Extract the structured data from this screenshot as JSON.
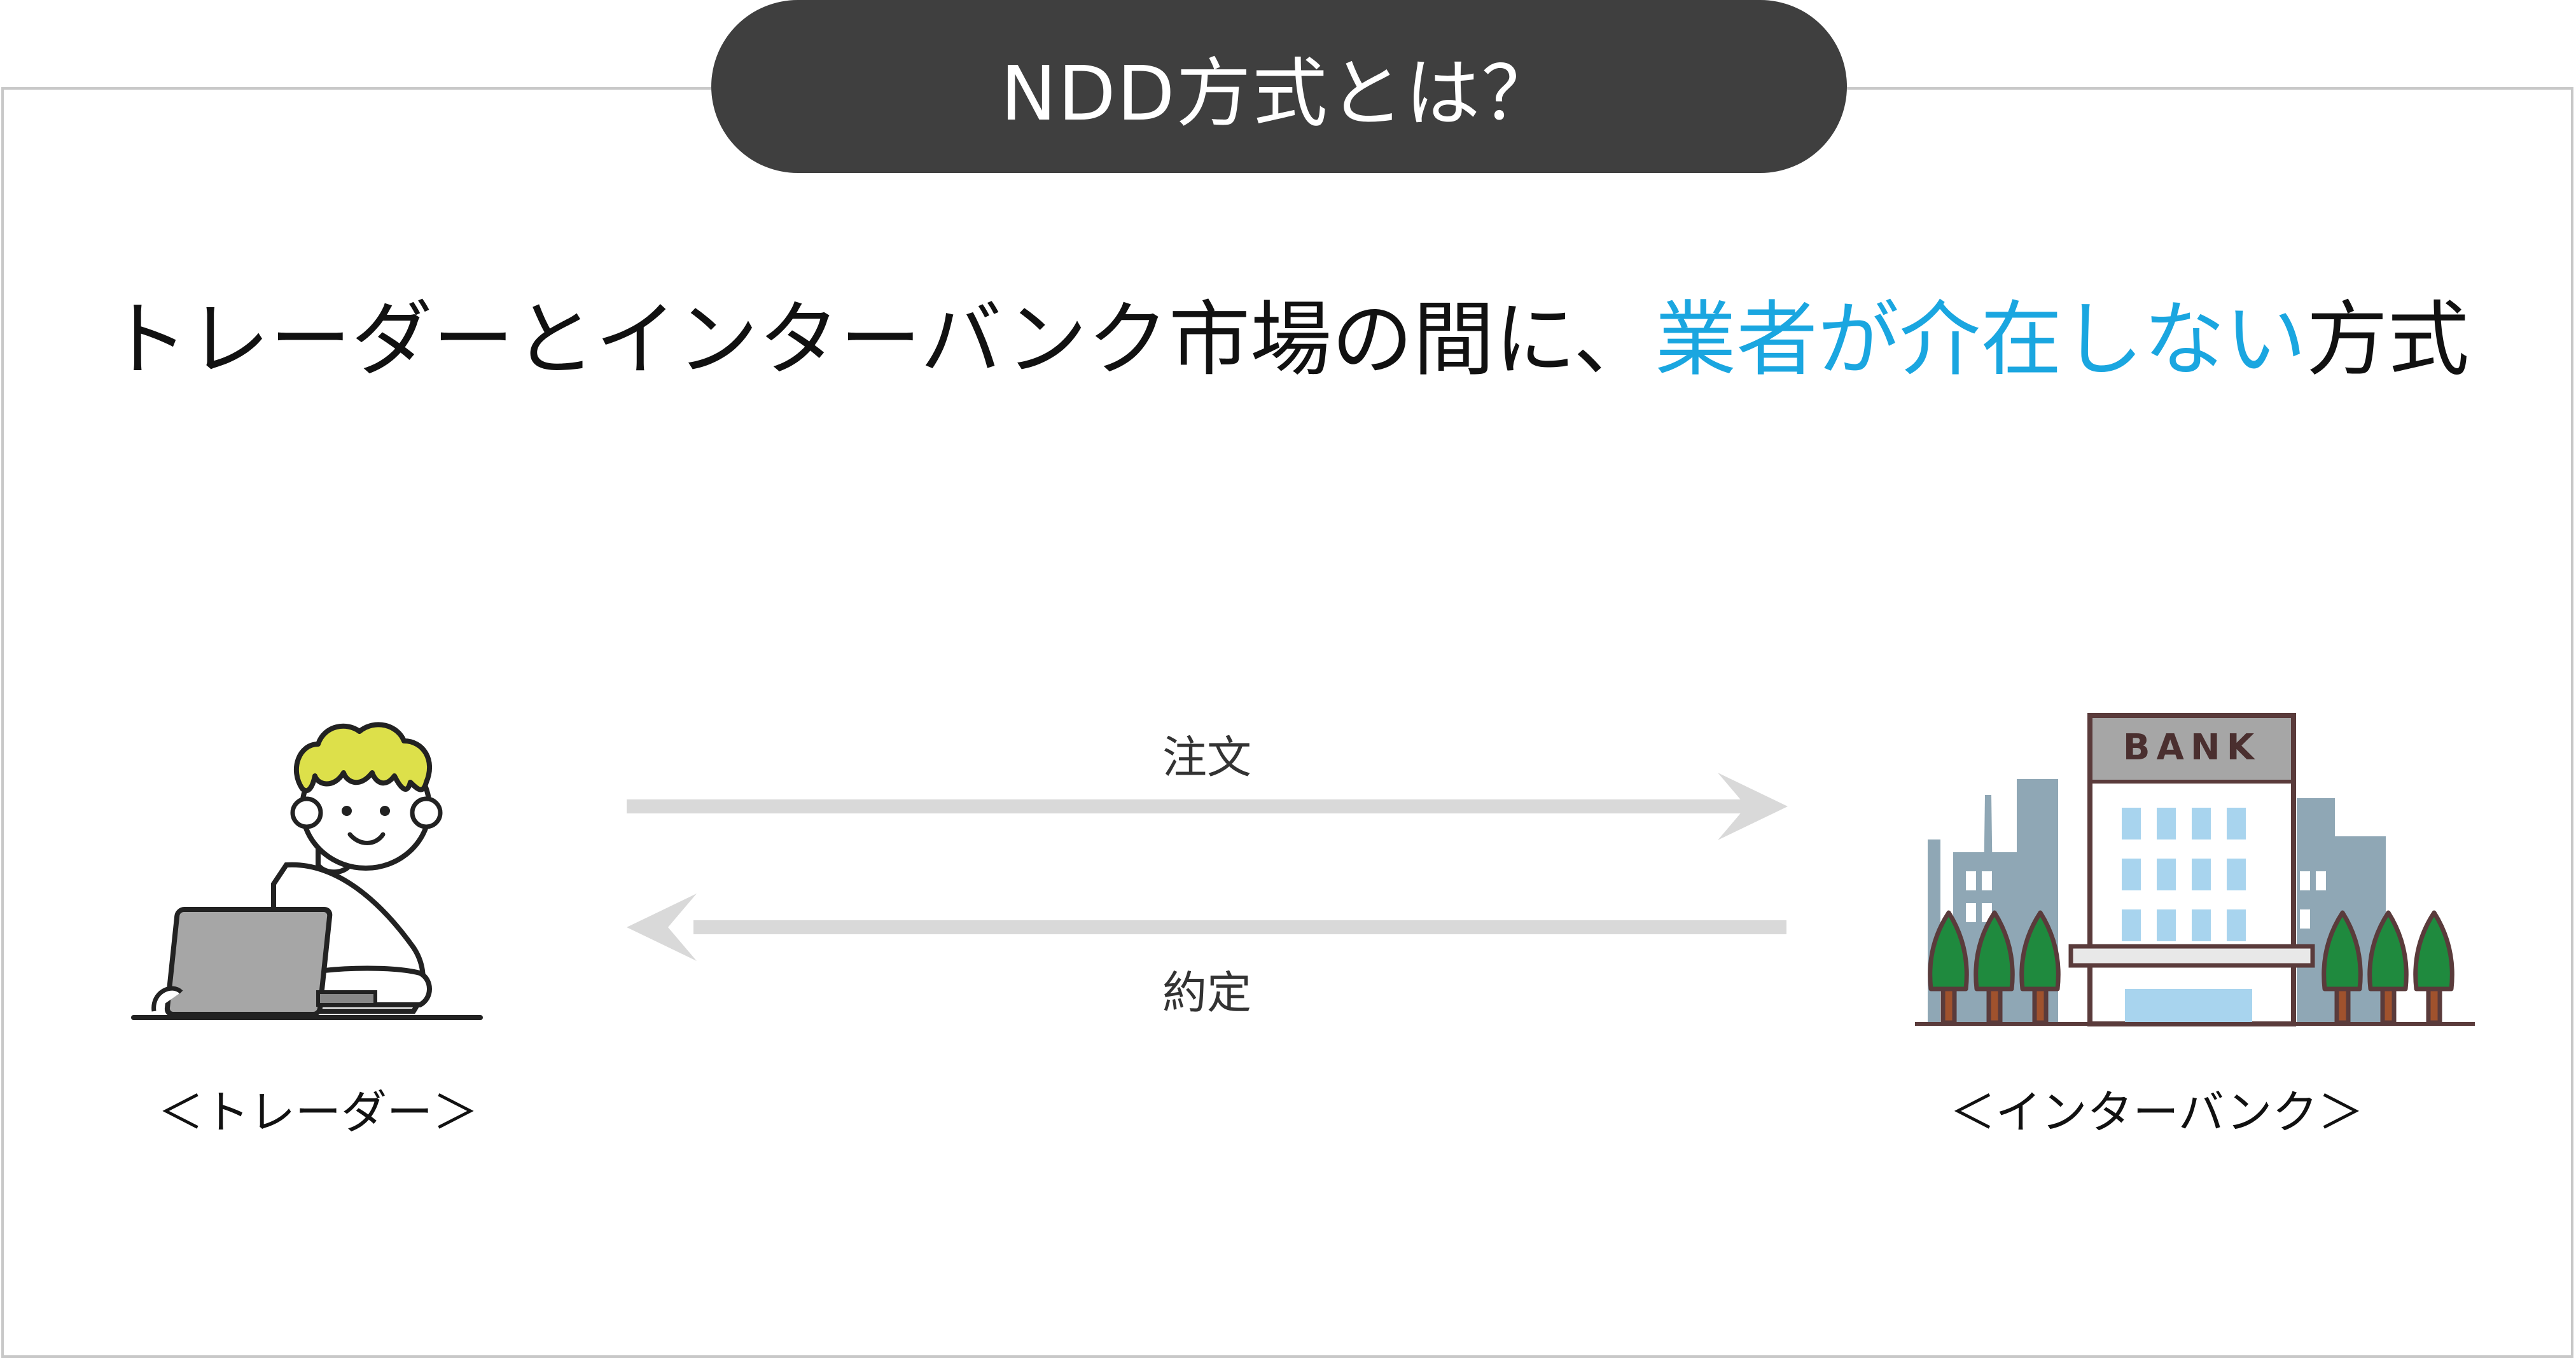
{
  "title": "NDD方式とは？",
  "headline": {
    "prefix": "トレーダーとインターバンク市場の間に、",
    "highlight": "業者が介在しない",
    "suffix": "方式"
  },
  "arrows": {
    "order_label": "注文",
    "execution_label": "約定"
  },
  "trader": {
    "caption": "＜トレーダー＞"
  },
  "interbank": {
    "caption": "＜インターバンク＞",
    "building_sign": "BANK"
  },
  "colors": {
    "title_bg": "#3f3f3f",
    "highlight": "#1aa6e0",
    "arrow": "#d9d9d9",
    "hair": "#dde04a",
    "laptop": "#a6a6a6",
    "tree": "#1f8a3e",
    "building_bg": "#8fa7b5",
    "window": "#a8d4ee"
  }
}
